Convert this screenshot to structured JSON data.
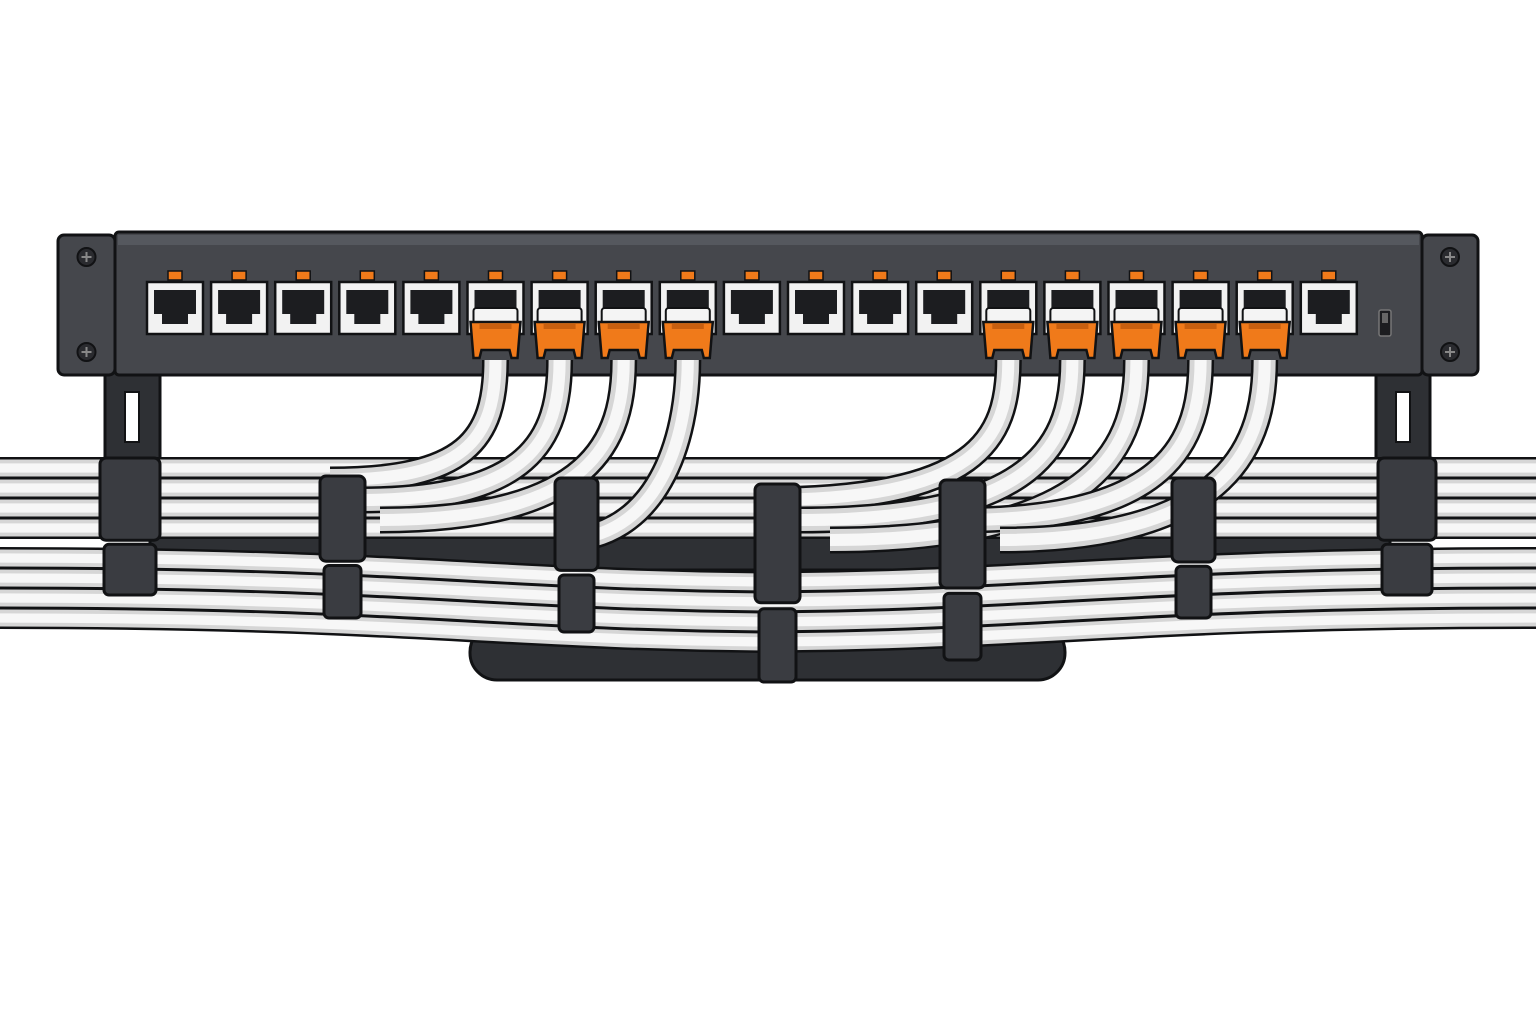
{
  "scene": {
    "subject": "patch-panel",
    "port_count": 19,
    "plugged_ports": [
      5,
      6,
      7,
      8,
      13,
      14,
      15,
      16,
      17
    ],
    "colors": {
      "background": "#ffffff",
      "panel": "#45474c",
      "panel_dark": "#2e3034",
      "outline": "#111214",
      "port_frame": "#f2f2f2",
      "port_hole": "#1c1d20",
      "accent_orange": "#f07a1a",
      "cable": "#f7f7f7",
      "cable_shade": "#d6d6d6",
      "clamp": "#3a3c41"
    },
    "icons": [
      "screw-icon",
      "toggle-switch-icon"
    ]
  }
}
